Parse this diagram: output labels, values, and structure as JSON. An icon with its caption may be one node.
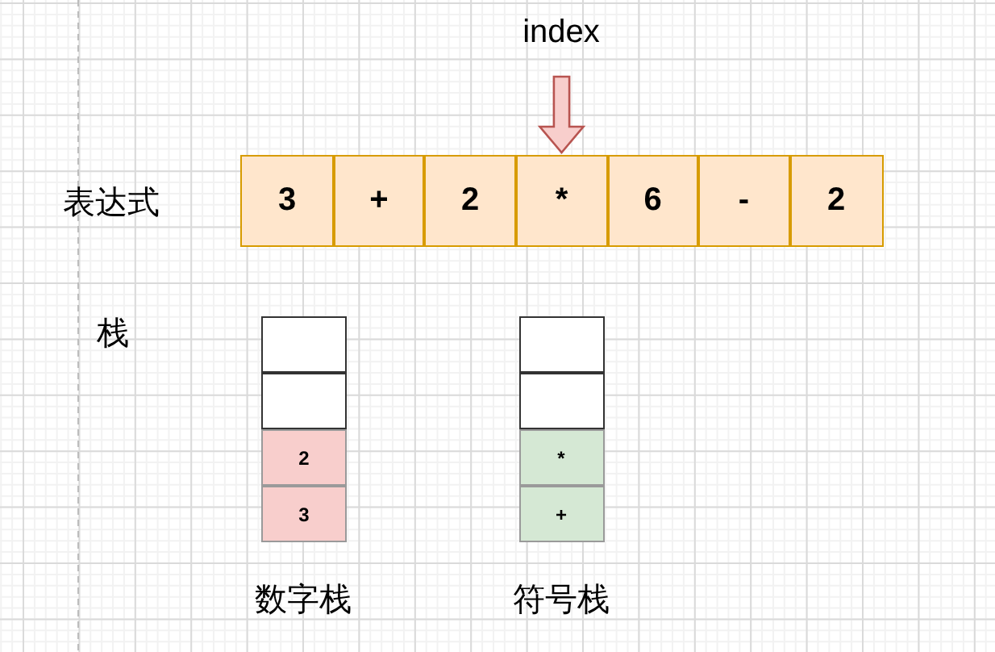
{
  "diagram": {
    "nodes": [
      {
        "text": [
          "3"
        ]
      },
      {
        "text": [
          "+"
        ]
      },
      {
        "text": [
          "2"
        ]
      },
      {
        "text": [
          "*"
        ]
      },
      {
        "text": [
          "6"
        ]
      },
      {
        "text": [
          "-"
        ]
      },
      {
        "text": [
          "2"
        ]
      },
      {
        "text": [],
        "shape": "box"
      },
      {
        "text": [],
        "shape": "box"
      },
      {
        "text": [
          "2"
        ]
      },
      {
        "text": [
          "3"
        ]
      },
      {
        "text": [],
        "shape": "box"
      },
      {
        "text": [],
        "shape": "box"
      },
      {
        "text": [
          "*"
        ]
      },
      {
        "text": [
          "+"
        ]
      }
    ],
    "edges": [
      {
        "from": null,
        "to": 3,
        "arrow": "to"
      }
    ],
    "labels": [
      "index",
      "表达式",
      "栈",
      "数字栈",
      "符号栈"
    ]
  }
}
